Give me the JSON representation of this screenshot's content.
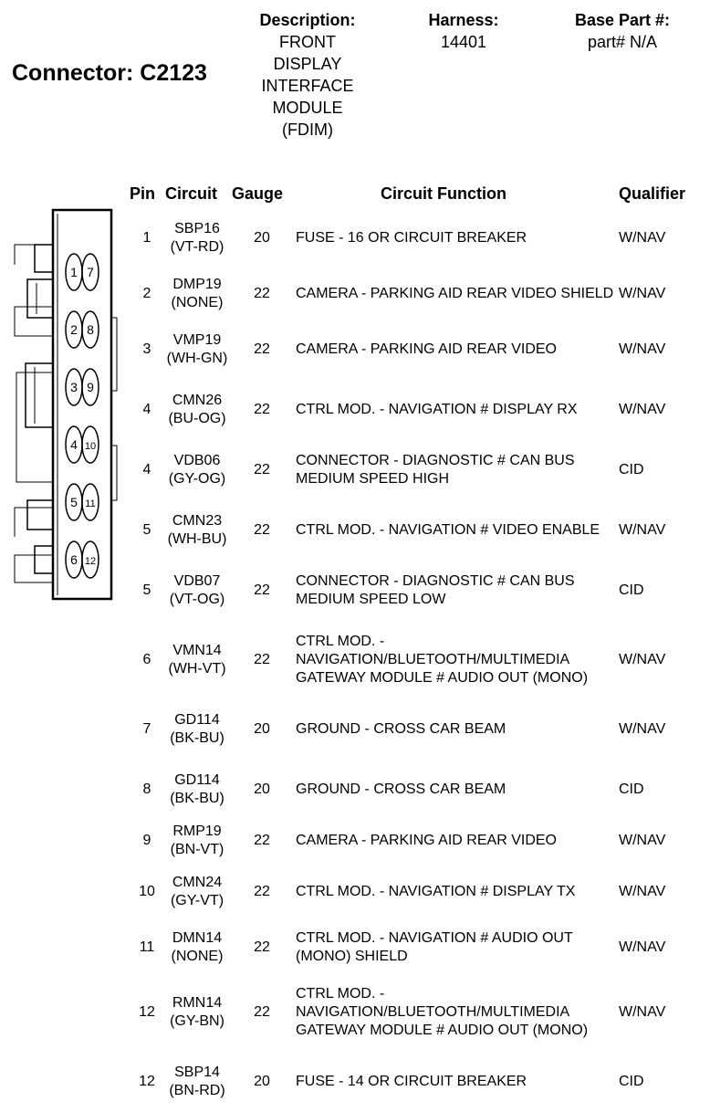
{
  "connector": {
    "title": "Connector: C2123"
  },
  "header": {
    "description_label": "Description:",
    "description_value": "FRONT\nDISPLAY\nINTERFACE\nMODULE\n(FDIM)",
    "harness_label": "Harness:",
    "harness_value": "14401",
    "base_part_label": "Base Part #:",
    "base_part_value": "part# N/A"
  },
  "table": {
    "columns": [
      "Pin",
      "Circuit",
      "Gauge",
      "Circuit Function",
      "Qualifier"
    ],
    "rows": [
      {
        "pin": "1",
        "circuit": "SBP16 (VT-RD)",
        "gauge": "20",
        "function": "FUSE - 16 OR CIRCUIT BREAKER",
        "qualifier": "W/NAV"
      },
      {
        "pin": "2",
        "circuit": "DMP19 (NONE)",
        "gauge": "22",
        "function": "CAMERA - PARKING AID REAR VIDEO SHIELD",
        "qualifier": "W/NAV"
      },
      {
        "pin": "3",
        "circuit": "VMP19 (WH-GN)",
        "gauge": "22",
        "function": "CAMERA - PARKING AID REAR VIDEO",
        "qualifier": "W/NAV"
      },
      {
        "pin": "4",
        "circuit": "CMN26 (BU-OG)",
        "gauge": "22",
        "function": "CTRL MOD. - NAVIGATION # DISPLAY RX",
        "qualifier": "W/NAV"
      },
      {
        "pin": "4",
        "circuit": "VDB06 (GY-OG)",
        "gauge": "22",
        "function": "CONNECTOR - DIAGNOSTIC # CAN BUS MEDIUM SPEED HIGH",
        "qualifier": "CID"
      },
      {
        "pin": "5",
        "circuit": "CMN23 (WH-BU)",
        "gauge": "22",
        "function": "CTRL MOD. - NAVIGATION # VIDEO ENABLE",
        "qualifier": "W/NAV"
      },
      {
        "pin": "5",
        "circuit": "VDB07 (VT-OG)",
        "gauge": "22",
        "function": "CONNECTOR - DIAGNOSTIC # CAN BUS MEDIUM SPEED LOW",
        "qualifier": "CID"
      },
      {
        "pin": "6",
        "circuit": "VMN14 (WH-VT)",
        "gauge": "22",
        "function": "CTRL MOD. - NAVIGATION/BLUETOOTH/MULTIMEDIA GATEWAY MODULE # AUDIO OUT (MONO)",
        "qualifier": "W/NAV"
      },
      {
        "pin": "7",
        "circuit": "GD114 (BK-BU)",
        "gauge": "20",
        "function": "GROUND - CROSS CAR BEAM",
        "qualifier": "W/NAV"
      },
      {
        "pin": "8",
        "circuit": "GD114 (BK-BU)",
        "gauge": "20",
        "function": "GROUND - CROSS CAR BEAM",
        "qualifier": "CID"
      },
      {
        "pin": "9",
        "circuit": "RMP19 (BN-VT)",
        "gauge": "22",
        "function": "CAMERA - PARKING AID REAR VIDEO",
        "qualifier": "W/NAV"
      },
      {
        "pin": "10",
        "circuit": "CMN24 (GY-VT)",
        "gauge": "22",
        "function": "CTRL MOD. - NAVIGATION # DISPLAY TX",
        "qualifier": "W/NAV"
      },
      {
        "pin": "11",
        "circuit": "DMN14 (NONE)",
        "gauge": "22",
        "function": "CTRL MOD. - NAVIGATION # AUDIO OUT (MONO) SHIELD",
        "qualifier": "W/NAV"
      },
      {
        "pin": "12",
        "circuit": "RMN14 (GY-BN)",
        "gauge": "22",
        "function": "CTRL MOD. - NAVIGATION/BLUETOOTH/MULTIMEDIA GATEWAY MODULE # AUDIO OUT (MONO)",
        "qualifier": "W/NAV"
      },
      {
        "pin": "12",
        "circuit": "SBP14 (BN-RD)",
        "gauge": "20",
        "function": "FUSE - 14 OR CIRCUIT BREAKER",
        "qualifier": "CID"
      }
    ]
  },
  "diagram": {
    "pin_labels_left": [
      "1",
      "2",
      "3",
      "4",
      "5",
      "6"
    ],
    "pin_labels_right": [
      "7",
      "8",
      "9",
      "10",
      "11",
      "12"
    ]
  }
}
